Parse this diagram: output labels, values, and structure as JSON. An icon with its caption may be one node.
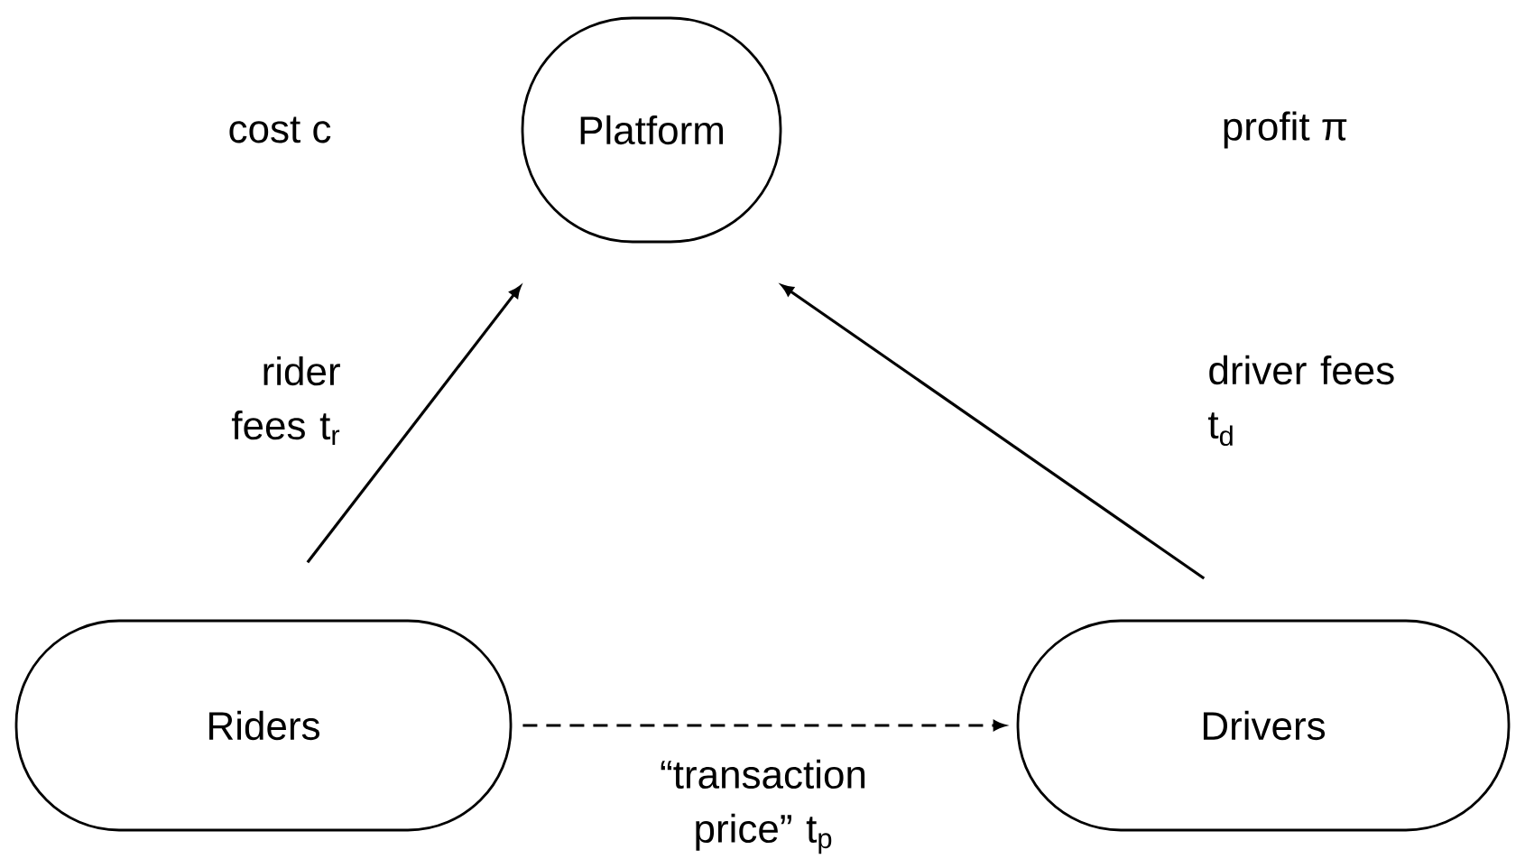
{
  "diagram": {
    "nodes": [
      {
        "text": [
          "Platform"
        ]
      },
      {
        "text": [
          "Riders"
        ]
      },
      {
        "text": [
          "Drivers"
        ]
      }
    ],
    "edges": [
      {
        "from": 1,
        "to": 0,
        "arrow": "to",
        "label": "rider fees t$_{r}$"
      },
      {
        "from": 2,
        "to": 0,
        "arrow": "to",
        "label": "driver fees t$_{d}$"
      },
      {
        "from": 1,
        "to": 2,
        "arrow": "to",
        "style": "dashed",
        "label": "“transaction price” t$_{p}$"
      }
    ],
    "labels": [
      "cost c",
      "profit π"
    ]
  }
}
